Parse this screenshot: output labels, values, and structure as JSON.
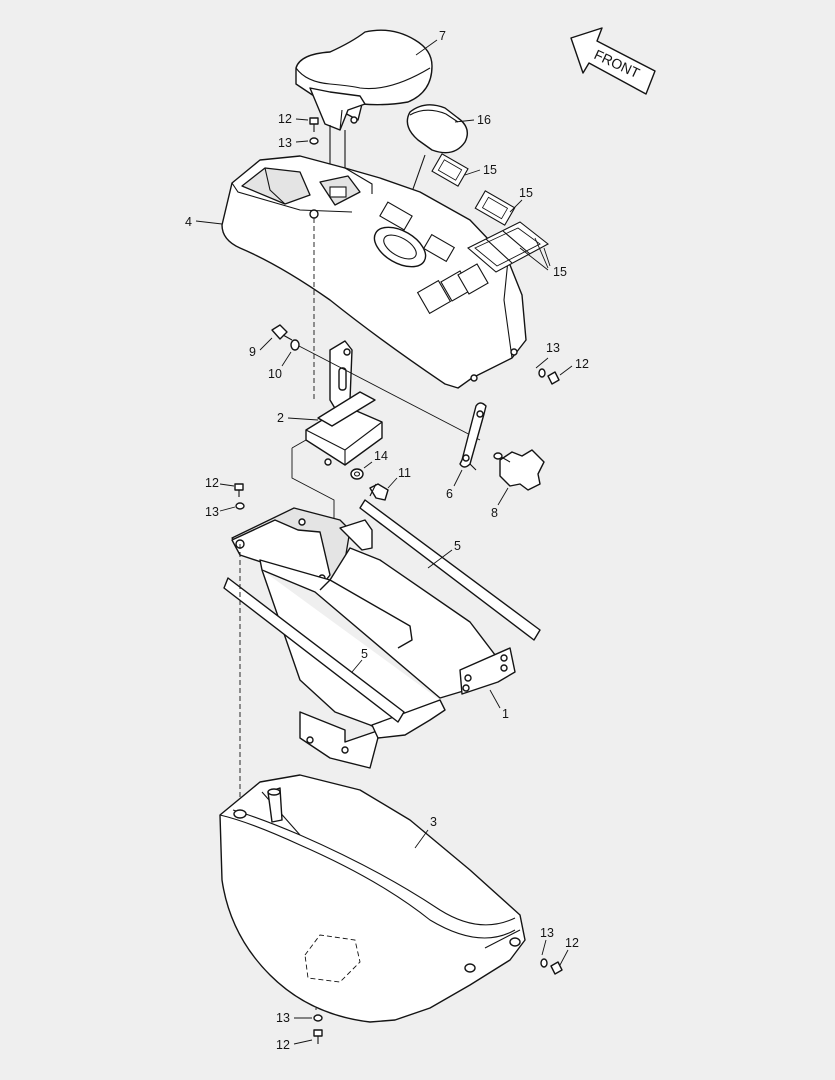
{
  "front_arrow": {
    "label": "FRONT"
  },
  "callouts": {
    "c7": "7",
    "c16": "16",
    "c12a": "12",
    "c13a": "13",
    "c4": "4",
    "c15a": "15",
    "c15b": "15",
    "c15c": "15",
    "c9": "9",
    "c10": "10",
    "c13b": "13",
    "c12b": "12",
    "c2": "2",
    "c14": "14",
    "c11": "11",
    "c6": "6",
    "c8": "8",
    "c12c": "12",
    "c13c": "13",
    "c5a": "5",
    "c5b": "5",
    "c1": "1",
    "c3": "3",
    "c13d": "13",
    "c12d": "12",
    "c13e": "13",
    "c12e": "12"
  }
}
